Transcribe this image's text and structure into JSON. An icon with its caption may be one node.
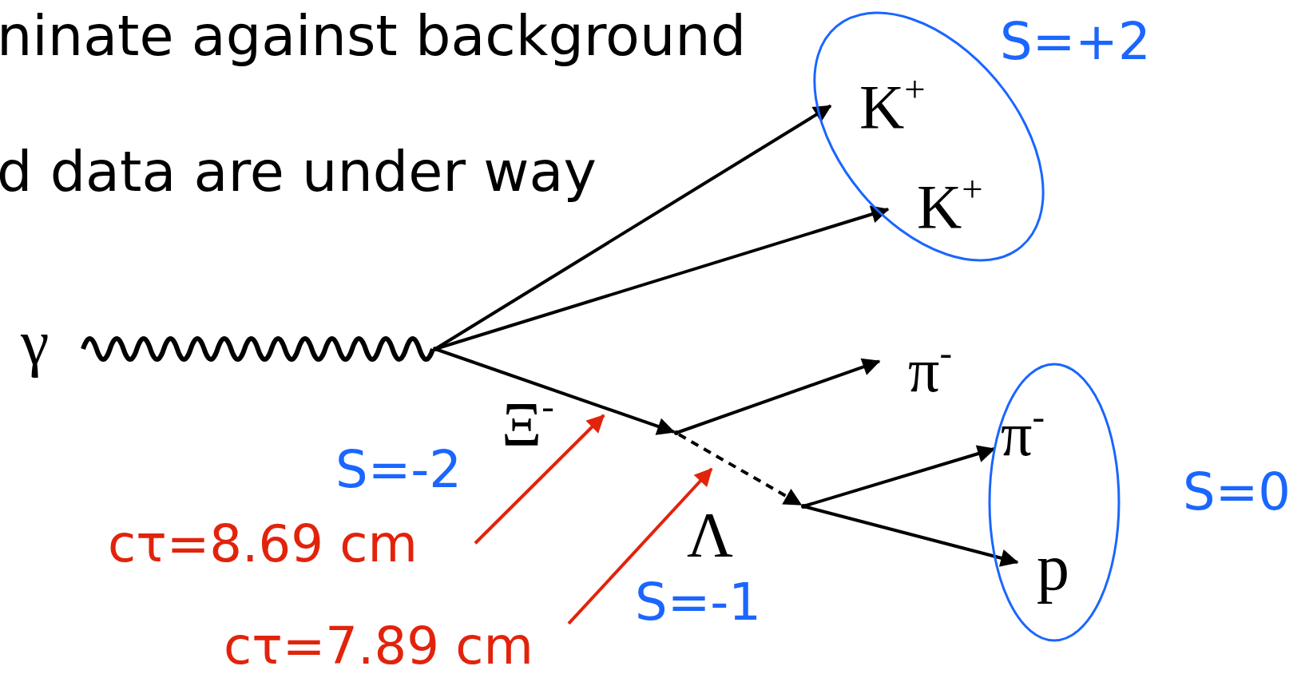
{
  "diagram": {
    "nodes": [
      {
        "text": [
          "γ"
        ]
      },
      {
        "text": [],
        "shape": "point"
      },
      {
        "text": [
          "S=+2"
        ]
      },
      {
        "text": [
          "K$^{+}$"
        ],
        "in": 2
      },
      {
        "text": [
          "K$^{+}$"
        ],
        "in": 2
      },
      {
        "text": [
          "π$^{-}$"
        ]
      },
      {
        "text": [],
        "shape": "point"
      },
      {
        "text": [],
        "shape": "point"
      },
      {
        "text": [
          "S=0"
        ]
      },
      {
        "text": [
          "π$^{-}$"
        ],
        "in": 8
      },
      {
        "text": [
          "p"
        ],
        "in": 8
      },
      {
        "text": [
          "cτ=8.69 cm"
        ]
      },
      {
        "text": [
          "cτ=7.89 cm"
        ]
      }
    ],
    "edges": [
      {
        "from": 0,
        "to": 1,
        "arrow": "none"
      },
      {
        "from": 1,
        "to": 3,
        "arrow": "to"
      },
      {
        "from": 1,
        "to": 4,
        "arrow": "to"
      },
      {
        "from": 1,
        "to": 6,
        "arrow": "to"
      },
      {
        "from": 6,
        "to": 5,
        "arrow": "to"
      },
      {
        "from": 6,
        "to": 7,
        "arrow": "to",
        "style": "dashed"
      },
      {
        "from": 7,
        "to": 9,
        "arrow": "to"
      },
      {
        "from": 7,
        "to": 10,
        "arrow": "to"
      },
      {
        "from": 11,
        "to": null,
        "arrow": "to",
        "color": "#e2230c"
      },
      {
        "from": 12,
        "to": null,
        "arrow": "to",
        "color": "#e2230c"
      }
    ],
    "labels": [
      "ninate against background",
      "d data are under way",
      "Ξ$^{-}$",
      "S=-2",
      "Λ",
      "S=-1"
    ]
  }
}
